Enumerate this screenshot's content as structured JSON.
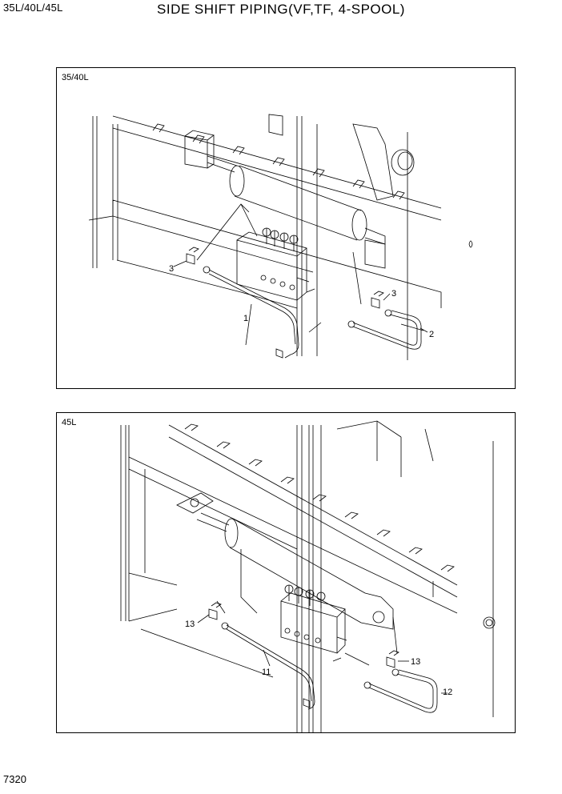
{
  "header": {
    "model": "35L/40L/45L",
    "title": "SIDE SHIFT PIPING(VF,TF, 4-SPOOL)"
  },
  "panels": [
    {
      "label": "35/40L",
      "callouts": [
        "3",
        "3",
        "1",
        "2"
      ]
    },
    {
      "label": "45L",
      "callouts": [
        "13",
        "13",
        "11",
        "12"
      ]
    }
  ],
  "footer": {
    "page_number": "7320"
  }
}
